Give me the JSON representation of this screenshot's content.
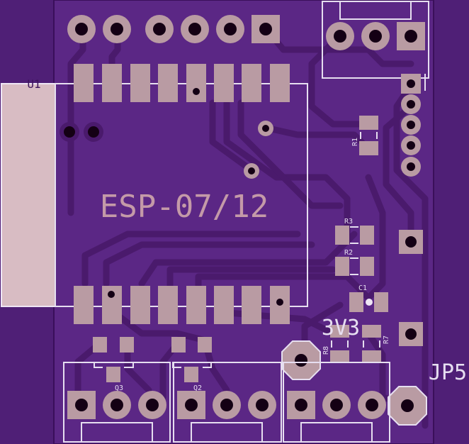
{
  "board": {
    "module_label": "ESP-07/12",
    "refs": {
      "r1": "R1",
      "r2": "R2",
      "r3": "R3",
      "c1": "C1",
      "r7": "R7",
      "r8": "R8",
      "q2": "Q2",
      "q3": "Q3",
      "u1": "U1"
    },
    "power_label": "3V3",
    "jumper_label": "JP5"
  },
  "colors": {
    "background": "#5b2784",
    "pcb": "#5a2582",
    "trace": "#4b1a6e",
    "pad": "#b89aa2",
    "silk": "#e0d8ec",
    "hole": "#140014",
    "antenna": "#d9bec4"
  }
}
